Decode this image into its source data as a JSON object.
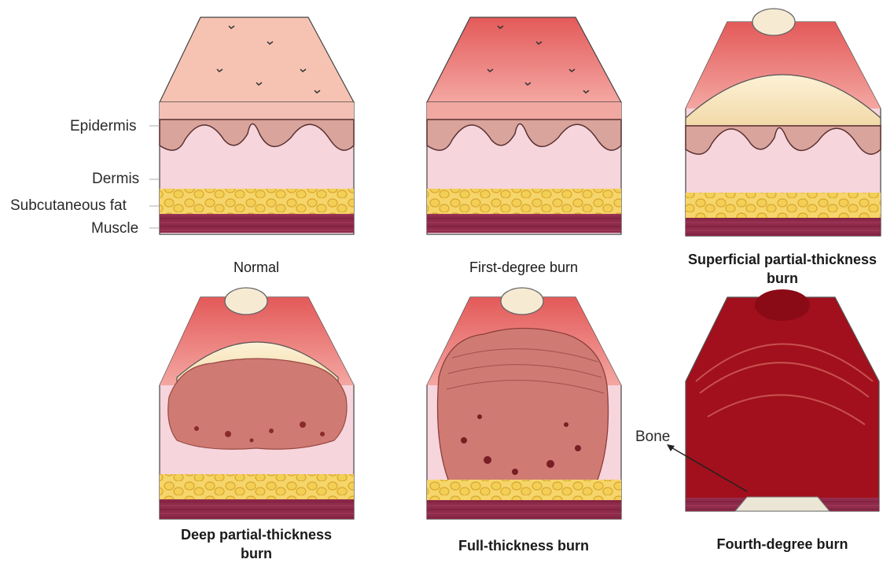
{
  "layers": {
    "epidermis": "Epidermis",
    "dermis": "Dermis",
    "subcutaneous_fat": "Subcutaneous fat",
    "muscle": "Muscle"
  },
  "panels": [
    {
      "id": "normal",
      "caption": "Normal"
    },
    {
      "id": "first-degree",
      "caption": "First-degree burn"
    },
    {
      "id": "superficial-partial",
      "caption_line1": "Superficial partial-thickness",
      "caption_line2": "burn"
    },
    {
      "id": "deep-partial",
      "caption_line1": "Deep partial-thickness",
      "caption_line2": "burn"
    },
    {
      "id": "full-thickness",
      "caption": "Full-thickness burn"
    },
    {
      "id": "fourth-degree",
      "caption": "Fourth-degree burn"
    }
  ],
  "annotations": {
    "bone": "Bone"
  },
  "colors": {
    "skin_normal": "#f6c3b2",
    "skin_red": "#e0625e",
    "dermis": "#f6d5dc",
    "fat": "#f3cf55",
    "muscle": "#8e2a4a",
    "blister": "#f5e3c0",
    "burn_tissue": "#cf7b74",
    "char": "#a1101c"
  }
}
